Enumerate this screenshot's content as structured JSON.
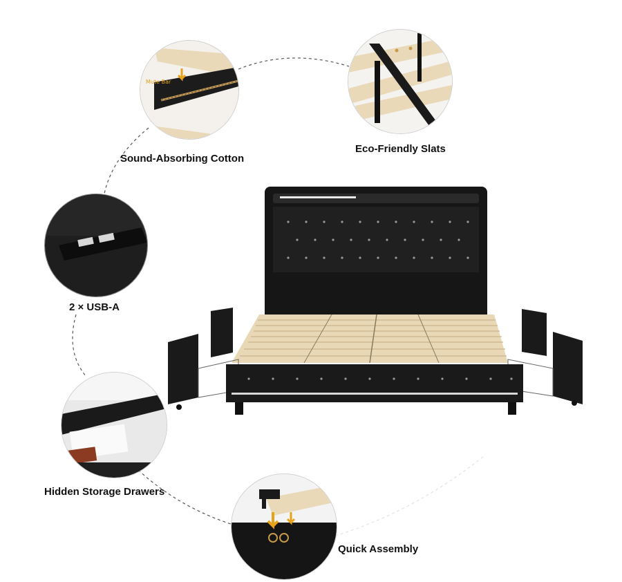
{
  "features": {
    "sound_absorbing": {
      "label": "Sound-Absorbing Cotton",
      "callout": "Mute Bar",
      "icon": "mute-bar-detail"
    },
    "eco_slats": {
      "label": "Eco-Friendly Slats",
      "icon": "slat-frame-detail"
    },
    "usb": {
      "label": "2 × USB-A",
      "icon": "usb-port-detail"
    },
    "storage": {
      "label": "Hidden Storage Drawers",
      "icon": "drawer-detail"
    },
    "assembly": {
      "label": "Quick Assembly",
      "icon": "assembly-detail"
    }
  },
  "product": {
    "name": "upholstered bed with storage drawers",
    "color": "#1a1a1a",
    "slat_color": "#ead9b8",
    "accent": "#e6a21a"
  }
}
